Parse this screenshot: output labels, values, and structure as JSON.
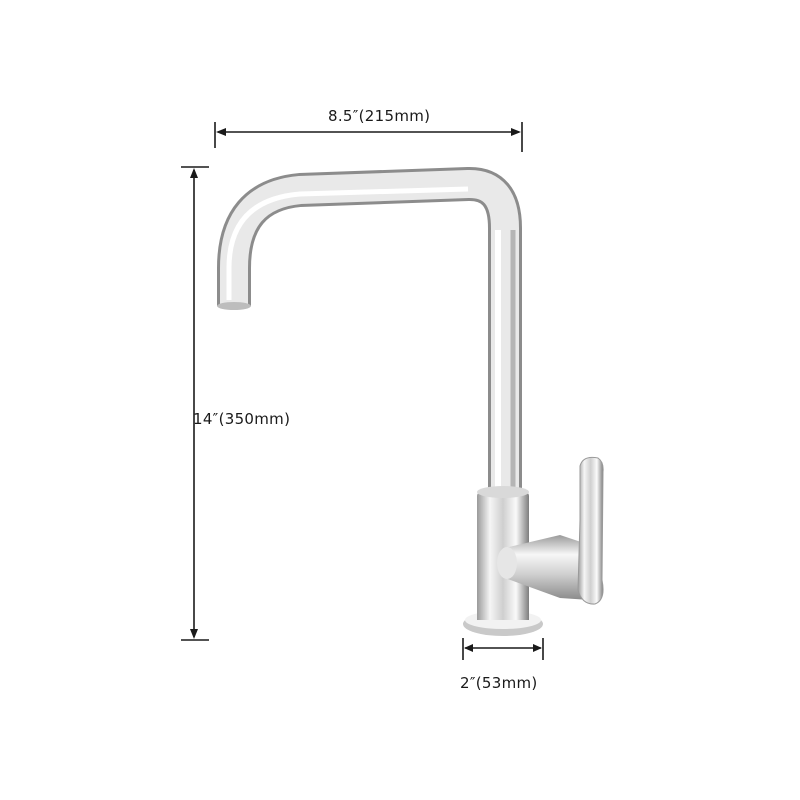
{
  "dimensions": {
    "width_label": "8.5″(215mm)",
    "height_label": "14″(350mm)",
    "base_label": "2″(53mm)"
  },
  "colors": {
    "dimension_line": "#1a1a1a",
    "chrome_light": "#f4f4f4",
    "chrome_dark": "#8a8a8a"
  }
}
